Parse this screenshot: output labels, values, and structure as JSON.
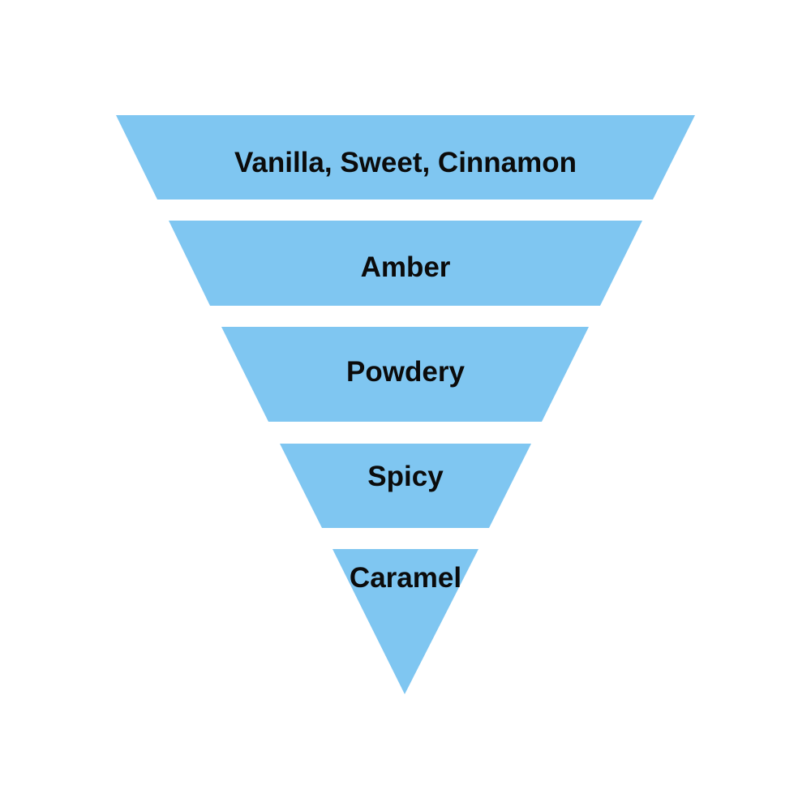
{
  "funnel": {
    "fill_color": "#7fc6f1",
    "label_color": "#0b0b0b",
    "layers": [
      {
        "label": "Vanilla, Sweet, Cinnamon"
      },
      {
        "label": "Amber"
      },
      {
        "label": "Powdery"
      },
      {
        "label": "Spicy"
      },
      {
        "label": "Caramel"
      }
    ]
  }
}
